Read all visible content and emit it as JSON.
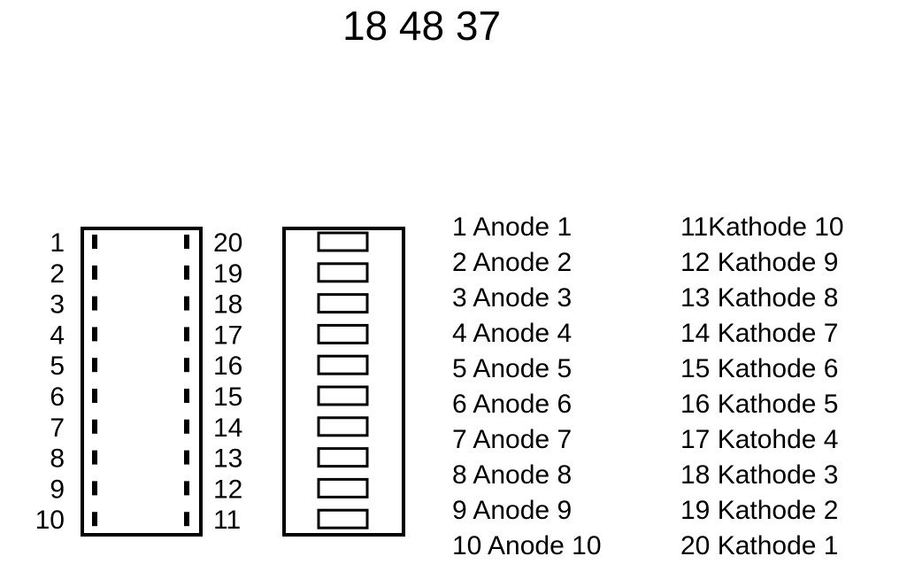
{
  "title": "18 48 37",
  "colors": {
    "line": "#000000",
    "background": "#ffffff"
  },
  "pins_left": [
    "1",
    "2",
    "3",
    "4",
    "5",
    "6",
    "7",
    "8",
    "9",
    "10"
  ],
  "pins_right": [
    "20",
    "19",
    "18",
    "17",
    "16",
    "15",
    "14",
    "13",
    "12",
    "11"
  ],
  "segment_count": 10,
  "legend": {
    "anodes": [
      "1 Anode 1",
      "2 Anode 2",
      "3 Anode 3",
      "4 Anode 4",
      "5 Anode 5",
      "6 Anode 6",
      "7 Anode 7",
      "8 Anode 8",
      "9 Anode 9",
      "10 Anode 10"
    ],
    "kathodes": [
      "11Kathode 10",
      "12 Kathode 9",
      "13 Kathode 8",
      "14 Kathode 7",
      "15 Kathode 6",
      "16 Kathode 5",
      "17 Katohde 4",
      "18 Kathode 3",
      "19 Kathode 2",
      "20 Kathode 1"
    ]
  }
}
